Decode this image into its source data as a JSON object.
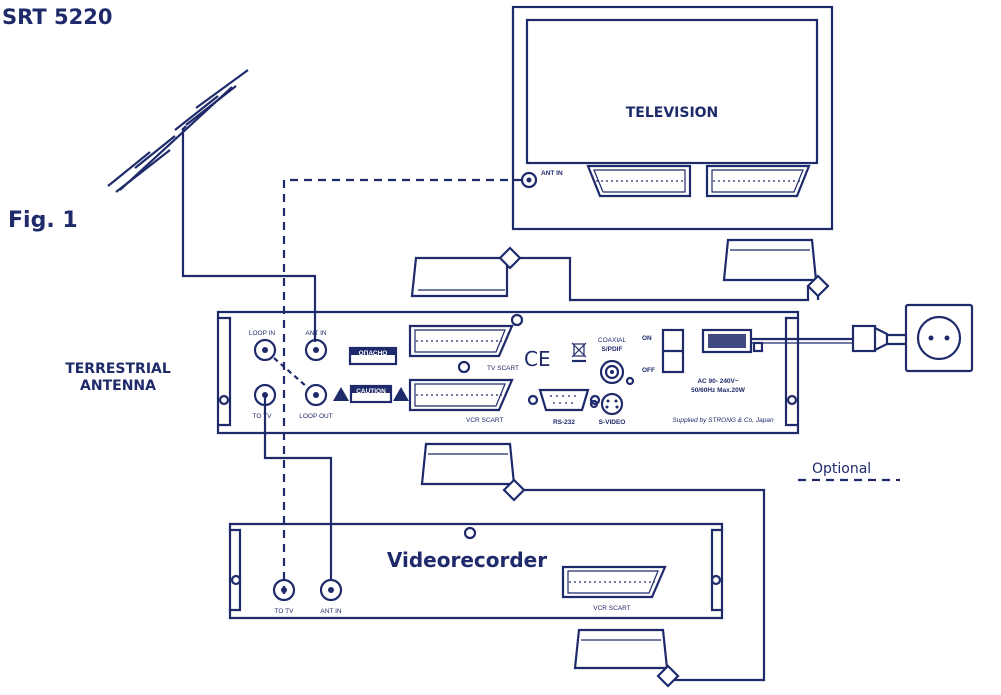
{
  "title": "SRT 5220",
  "figure_label": "Fig. 1",
  "antenna": {
    "label_line1": "TERRESTRIAL",
    "label_line2": "ANTENNA"
  },
  "television": {
    "label": "TELEVISION",
    "ant_in_label": "ANT IN"
  },
  "receiver": {
    "loop_in": "LOOP IN",
    "ant_in": "ANT IN",
    "to_tv": "TO TV",
    "loop_out": "LOOP OUT",
    "tv_scart": "TV SCART",
    "vcr_scart": "VCR SCART",
    "rs232": "RS-232",
    "svideo": "S-VIDEO",
    "coaxial_line1": "COAXIAL",
    "coaxial_line2": "S/PDIF",
    "on": "ON",
    "off": "OFF",
    "power_line1": "AC 90- 240V~",
    "power_line2": "50/60Hz Max.20W",
    "supplied_by": "Supplied by STRONG & Co, Japan",
    "warning_label": "ОПАСНО",
    "caution_label": "CAUTION",
    "ce_mark": "CE"
  },
  "videorecorder": {
    "label": "Videorecorder",
    "to_tv": "TO TV",
    "ant_in": "ANT IN",
    "vcr_scart": "VCR SCART"
  },
  "legend": {
    "optional_label": "Optional"
  },
  "colors": {
    "ink": "#1f2a6b",
    "background": "#ffffff"
  }
}
